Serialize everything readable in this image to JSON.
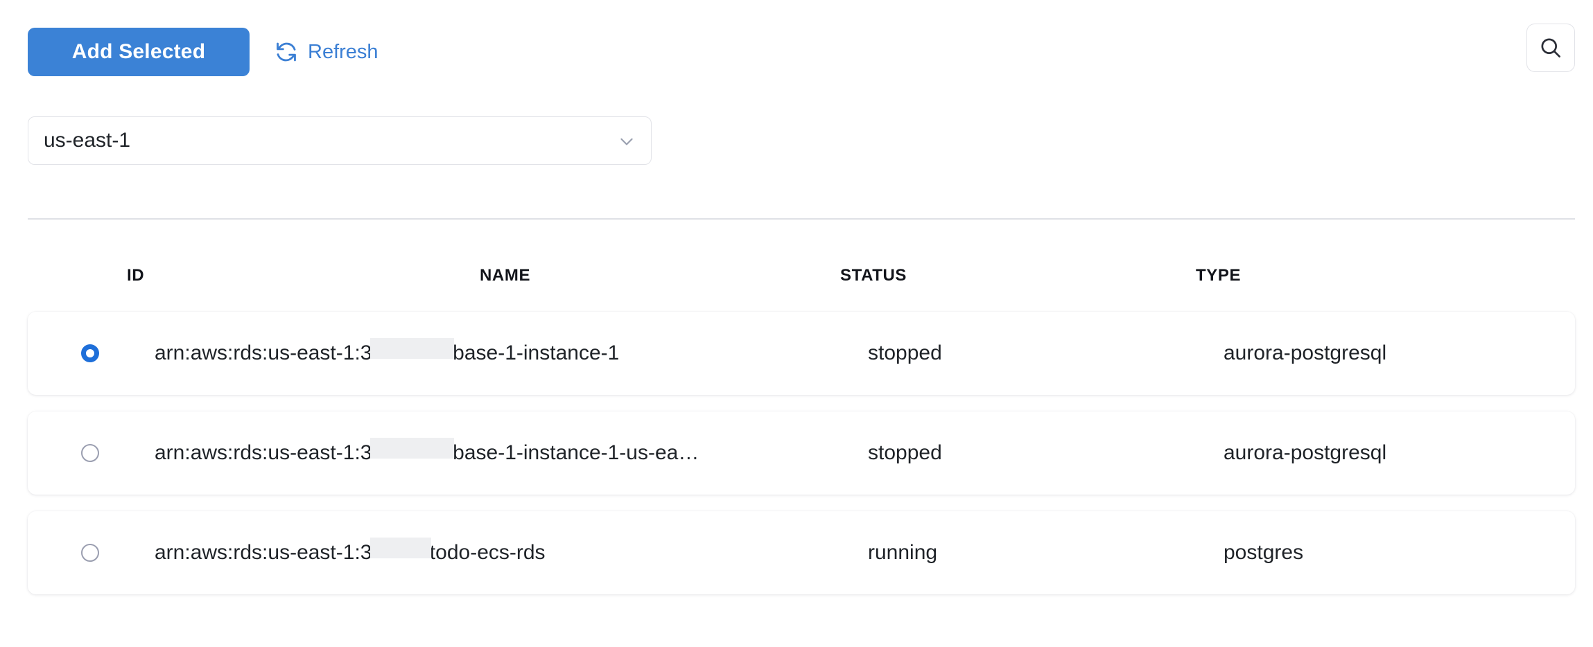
{
  "toolbar": {
    "add_selected_label": "Add Selected",
    "refresh_label": "Refresh",
    "refresh_icon": "refresh-icon",
    "search_icon": "search-icon"
  },
  "region_select": {
    "value": "us-east-1",
    "chevron_icon": "chevron-down-icon",
    "options": [
      "us-east-1"
    ]
  },
  "table": {
    "columns": [
      "ID",
      "NAME",
      "STATUS",
      "TYPE"
    ],
    "rows": [
      {
        "selected": true,
        "id_prefix": "arn:aws:rds:us-east-1:3",
        "id_redacted": "              ",
        "id_suffix": "base-1-instance-1",
        "name": "",
        "status": "stopped",
        "type": "aurora-postgresql"
      },
      {
        "selected": false,
        "id_prefix": "arn:aws:rds:us-east-1:3",
        "id_redacted": "              ",
        "id_suffix": "base-1-instance-1-us-ea…",
        "name": "",
        "status": "stopped",
        "type": "aurora-postgresql"
      },
      {
        "selected": false,
        "id_prefix": "arn:aws:rds:us-east-1:3",
        "id_redacted": "          ",
        "id_suffix": "todo-ecs-rds",
        "name": "",
        "status": "running",
        "type": "postgres"
      }
    ]
  },
  "colors": {
    "primary": "#3b82d6",
    "link": "#3b7fd4",
    "radio_selected": "#1e6fd9",
    "border": "#e2e3e8",
    "divider": "#dfe1e6",
    "redaction": "#eeeff1"
  }
}
